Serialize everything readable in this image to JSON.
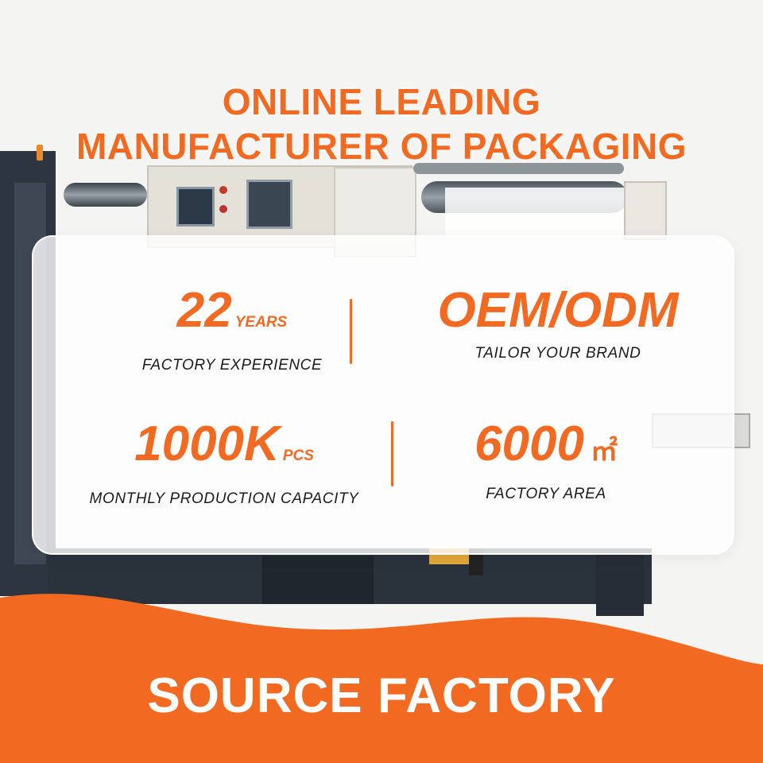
{
  "title": {
    "line1": "ONLINE LEADING",
    "line2": "MANUFACTURER OF PACKAGING"
  },
  "stats": [
    {
      "value": "22",
      "unit": "YEARS",
      "label": "FACTORY EXPERIENCE"
    },
    {
      "value": "OEM/ODM",
      "unit": "",
      "label": "TAILOR YOUR BRAND"
    },
    {
      "value": "1000K",
      "unit": "PCS",
      "label": "MONTHLY PRODUCTION CAPACITY"
    },
    {
      "value": "6000",
      "unit": "㎡",
      "label": "FACTORY AREA"
    }
  ],
  "footer": {
    "text": "SOURCE FACTORY"
  },
  "colors": {
    "accent": "#f26a21",
    "footer_text": "#ffffff",
    "label_text": "#1c1c1c"
  }
}
